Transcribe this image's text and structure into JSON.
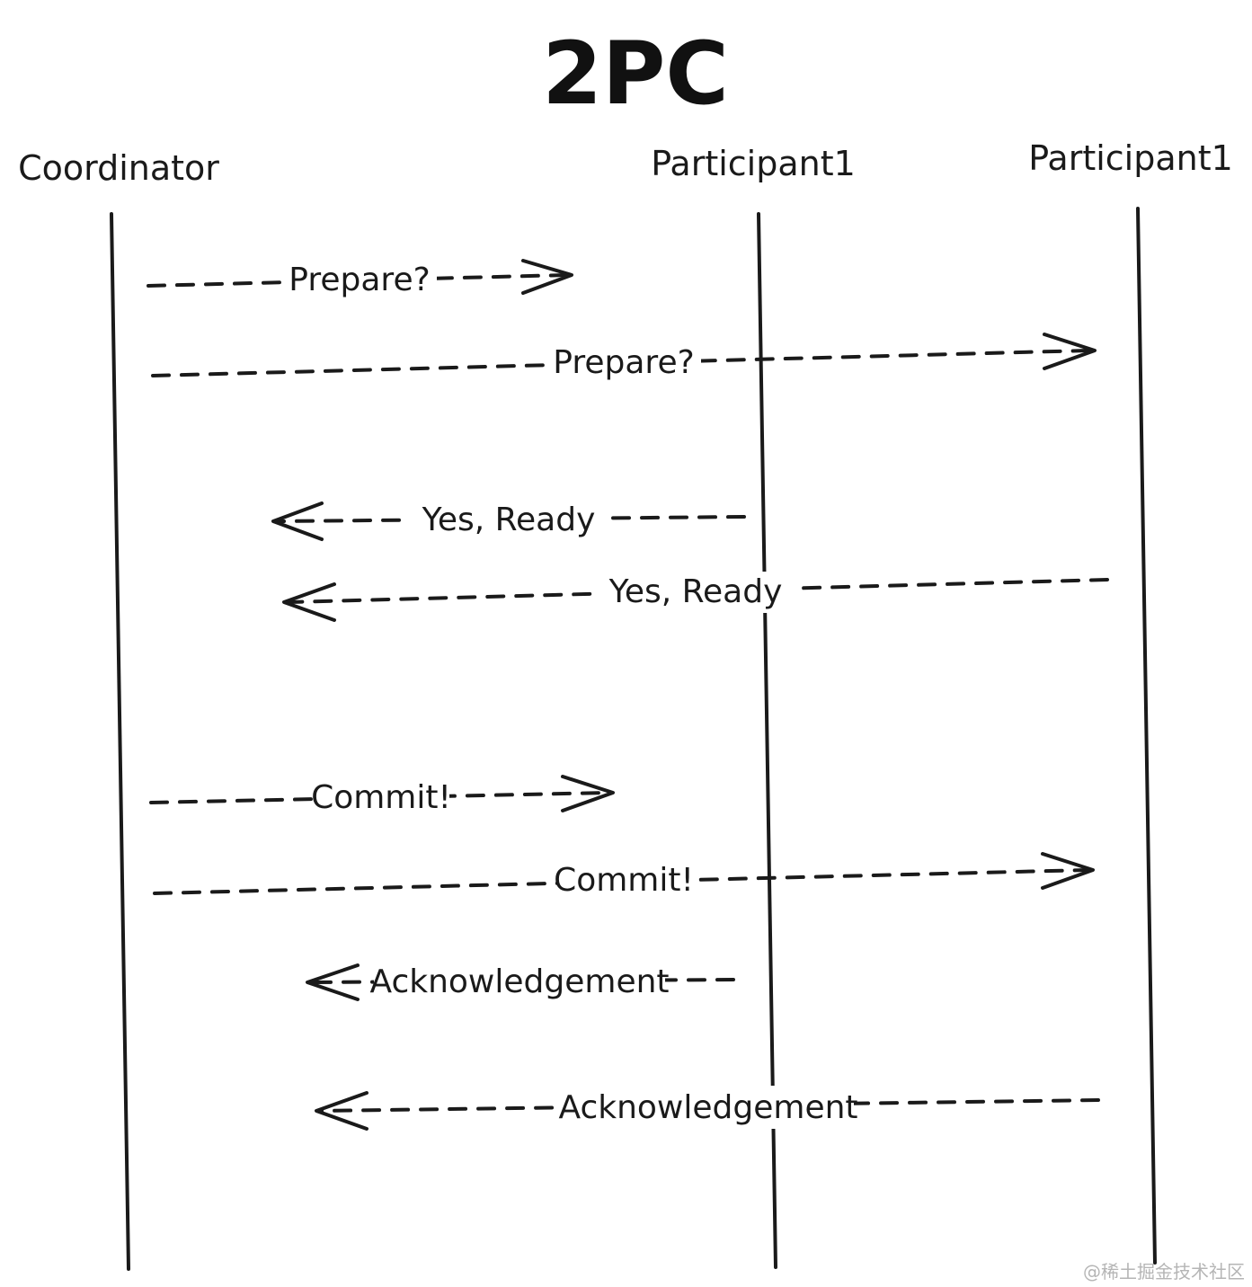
{
  "diagram": {
    "title": "2PC",
    "actors": [
      {
        "name": "Coordinator"
      },
      {
        "name": "Participant1"
      },
      {
        "name": "Participant1"
      }
    ],
    "messages": [
      {
        "label": "Prepare?",
        "from": 0,
        "to": 1
      },
      {
        "label": "Prepare?",
        "from": 0,
        "to": 2
      },
      {
        "label": "Yes, Ready",
        "from": 1,
        "to": 0
      },
      {
        "label": "Yes, Ready",
        "from": 2,
        "to": 0
      },
      {
        "label": "Commit!",
        "from": 0,
        "to": 1
      },
      {
        "label": "Commit!",
        "from": 0,
        "to": 2
      },
      {
        "label": "Acknowledgement",
        "from": 1,
        "to": 0
      },
      {
        "label": "Acknowledgement",
        "from": 2,
        "to": 0
      }
    ]
  },
  "watermark": "@稀土掘金技术社区",
  "colors": {
    "ink": "#1a1a1a",
    "background": "#ffffff",
    "watermark": "#b5b5b5"
  }
}
